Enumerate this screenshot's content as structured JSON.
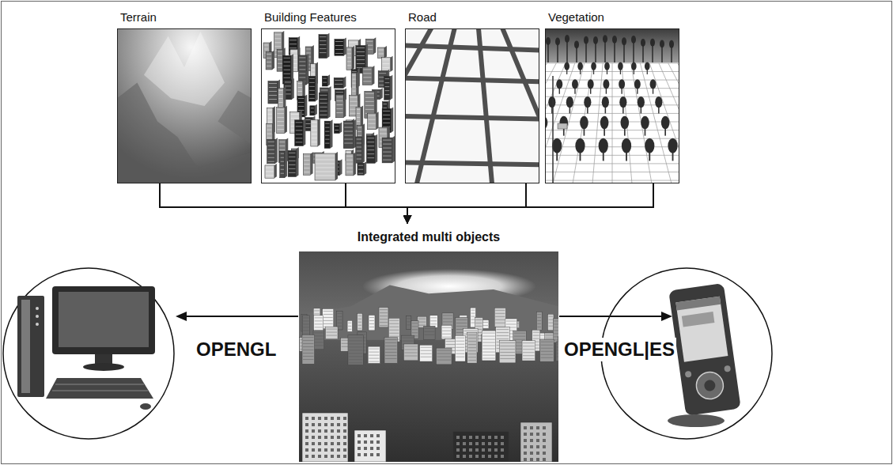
{
  "diagram": {
    "nodes": [
      {
        "text": [
          "Terrain"
        ]
      },
      {
        "text": [
          "Building Features"
        ]
      },
      {
        "text": [
          "Road"
        ]
      },
      {
        "text": [
          "Vegetation"
        ]
      },
      {
        "text": [
          "Integrated multi objects"
        ]
      }
    ],
    "edges": [
      {
        "from": 0,
        "to": 4,
        "arrow": "to"
      },
      {
        "from": 1,
        "to": 4,
        "arrow": "to"
      },
      {
        "from": 2,
        "to": 4,
        "arrow": "to"
      },
      {
        "from": 3,
        "to": 4,
        "arrow": "to"
      }
    ],
    "labels": [
      "OPENGL",
      "OPENGL|ES"
    ]
  }
}
